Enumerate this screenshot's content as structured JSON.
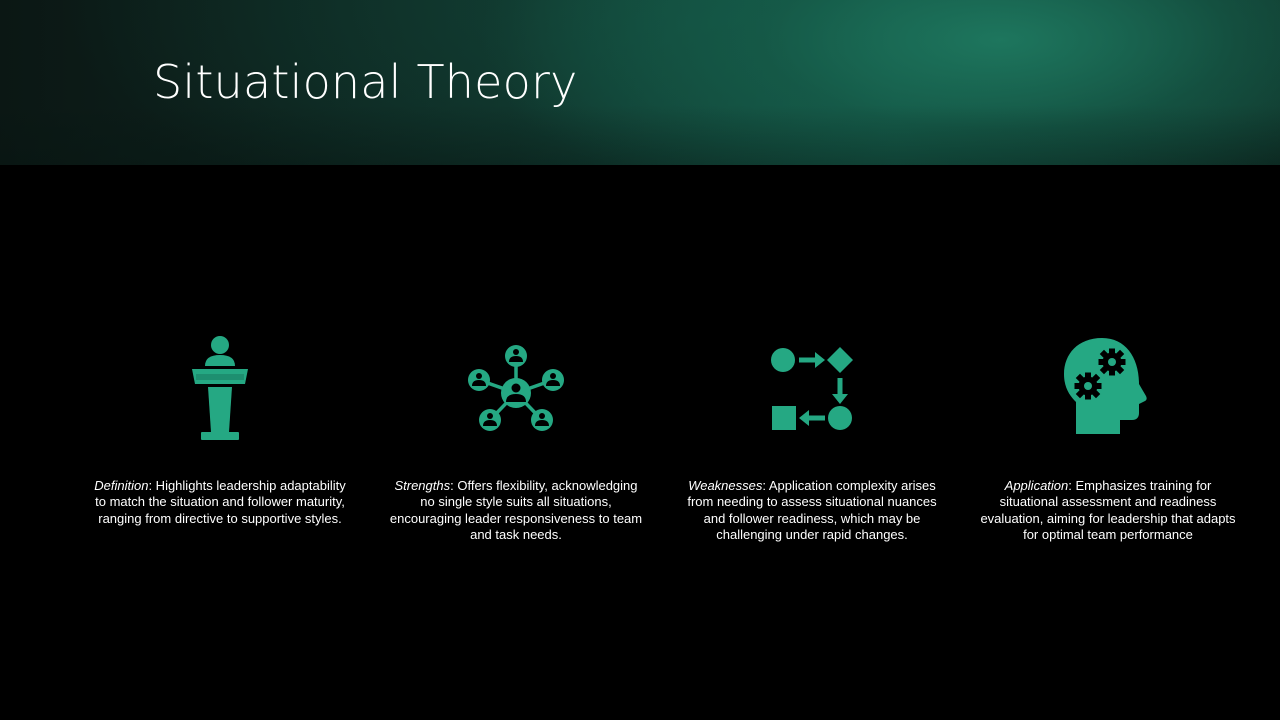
{
  "slide": {
    "title": "Situational Theory",
    "accent_color": "#25a883",
    "cards": [
      {
        "icon": "podium-speaker-icon",
        "term": "Definition",
        "text": ": Highlights leadership adaptability to match the situation and follower maturity, ranging from directive to supportive styles."
      },
      {
        "icon": "network-people-icon",
        "term": "Strengths",
        "text": ": Offers flexibility, acknowledging no single style suits all situations, encouraging leader responsiveness to team and task needs."
      },
      {
        "icon": "process-flow-icon",
        "term": "Weaknesses",
        "text": ": Application complexity arises from needing to assess situational nuances and follower readiness, which may be challenging under rapid changes."
      },
      {
        "icon": "head-gears-icon",
        "term": "Application",
        "text": ": Emphasizes training for situational assessment and readiness evaluation, aiming for leadership that adapts for optimal team performance"
      }
    ]
  }
}
